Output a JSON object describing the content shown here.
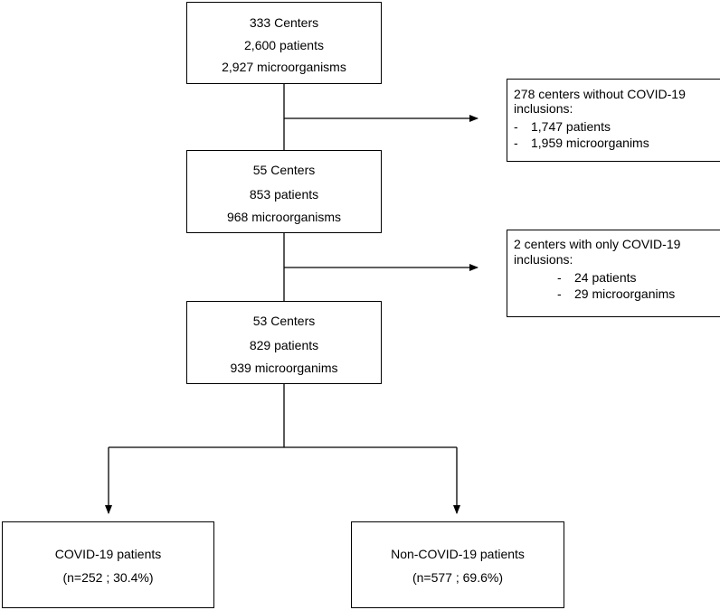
{
  "stage1": {
    "lines": [
      "333 Centers",
      "2,600 patients",
      "2,927 microorganisms"
    ]
  },
  "exclusion1": {
    "title_line1": "278 centers without COVID-19",
    "title_line2": "inclusions:",
    "items": [
      "1,747 patients",
      "1,959 microorganims"
    ],
    "bullet": "-"
  },
  "stage2": {
    "lines": [
      "55 Centers",
      "853 patients",
      "968 microorganisms"
    ]
  },
  "exclusion2": {
    "title_line1": "2 centers with only COVID-19",
    "title_line2": "inclusions:",
    "items": [
      "24 patients",
      "29 microorganims"
    ],
    "bullet": "-"
  },
  "stage3": {
    "lines": [
      "53 Centers",
      "829 patients",
      "939 microorganims"
    ]
  },
  "group_covid": {
    "label": "COVID-19 patients",
    "stats": "(n=252 ; 30.4%)"
  },
  "group_noncovid": {
    "label": "Non-COVID-19 patients",
    "stats": "(n=577 ; 69.6%)"
  }
}
